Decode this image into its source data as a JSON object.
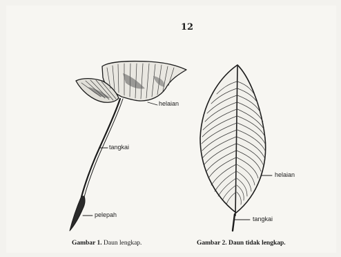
{
  "page_number": "12",
  "figure1": {
    "labels": {
      "blade": "helaian",
      "petiole": "tangkai",
      "sheath": "pelepah"
    },
    "caption_prefix": "Gambar 1.",
    "caption_text": "Daun lengkap."
  },
  "figure2": {
    "labels": {
      "blade": "helaian",
      "petiole": "tangkai"
    },
    "caption_prefix": "Gambar 2.",
    "caption_text": "Daun tidak lengkap."
  }
}
